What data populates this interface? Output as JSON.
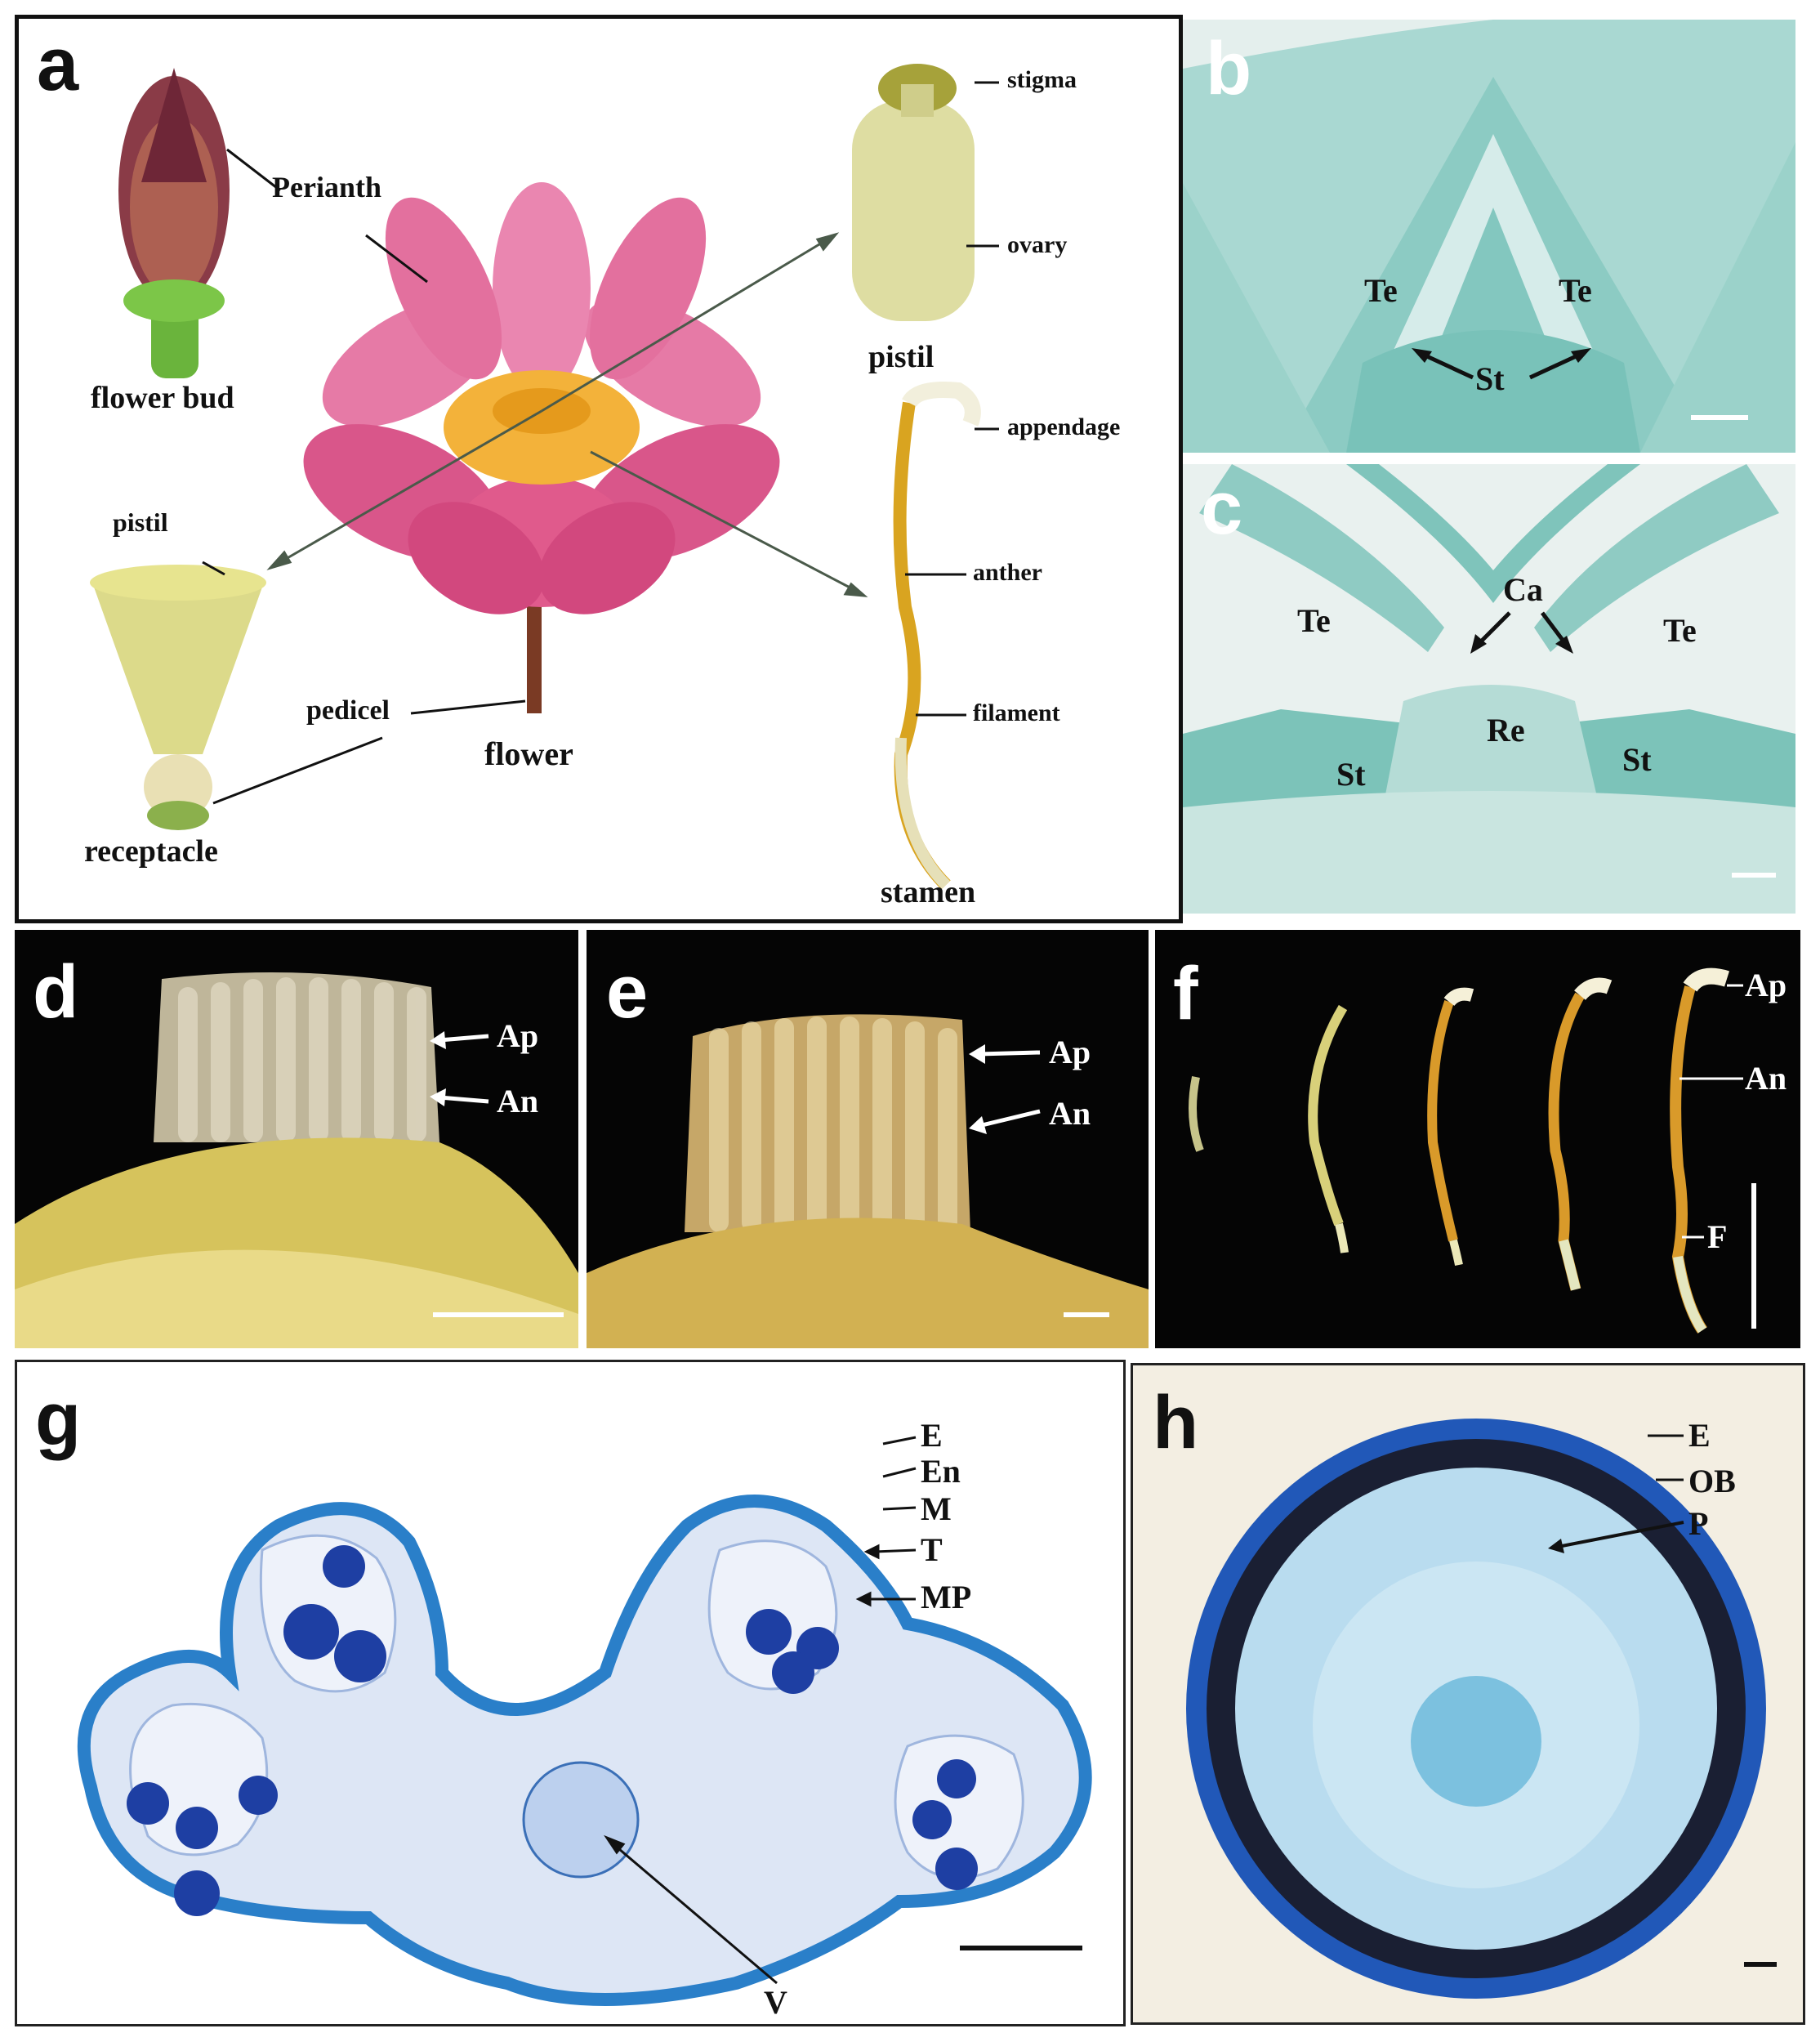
{
  "panels": {
    "a": {
      "letter": "a",
      "labels": {
        "perianth": "Perianth",
        "flower_bud": "flower bud",
        "flower": "flower",
        "pedicel": "pedicel",
        "pistil_small": "pistil",
        "receptacle": "receptacle",
        "stigma": "stigma",
        "ovary": "ovary",
        "pistil": "pistil",
        "appendage": "appendage",
        "anther": "anther",
        "filament": "filament",
        "stamen": "stamen"
      }
    },
    "b": {
      "letter": "b",
      "labels": {
        "te1": "Te",
        "te2": "Te",
        "st": "St"
      }
    },
    "c": {
      "letter": "c",
      "labels": {
        "te1": "Te",
        "te2": "Te",
        "ca": "Ca",
        "re": "Re",
        "st1": "St",
        "st2": "St"
      }
    },
    "d": {
      "letter": "d",
      "labels": {
        "ap": "Ap",
        "an": "An"
      }
    },
    "e": {
      "letter": "e",
      "labels": {
        "ap": "Ap",
        "an": "An"
      }
    },
    "f": {
      "letter": "f",
      "labels": {
        "ap": "Ap",
        "an": "An",
        "f": "F"
      }
    },
    "g": {
      "letter": "g",
      "labels": {
        "e": "E",
        "en": "En",
        "m": "M",
        "t": "T",
        "mp": "MP",
        "v": "V"
      }
    },
    "h": {
      "letter": "h",
      "labels": {
        "e": "E",
        "ob": "OB",
        "p": "P"
      }
    }
  },
  "colors": {
    "stain_teal": "#5fb8b0",
    "stain_blue": "#2f6fc4",
    "lotus_pink": "#e05a8c",
    "stamen_yellow": "#d9a420"
  }
}
